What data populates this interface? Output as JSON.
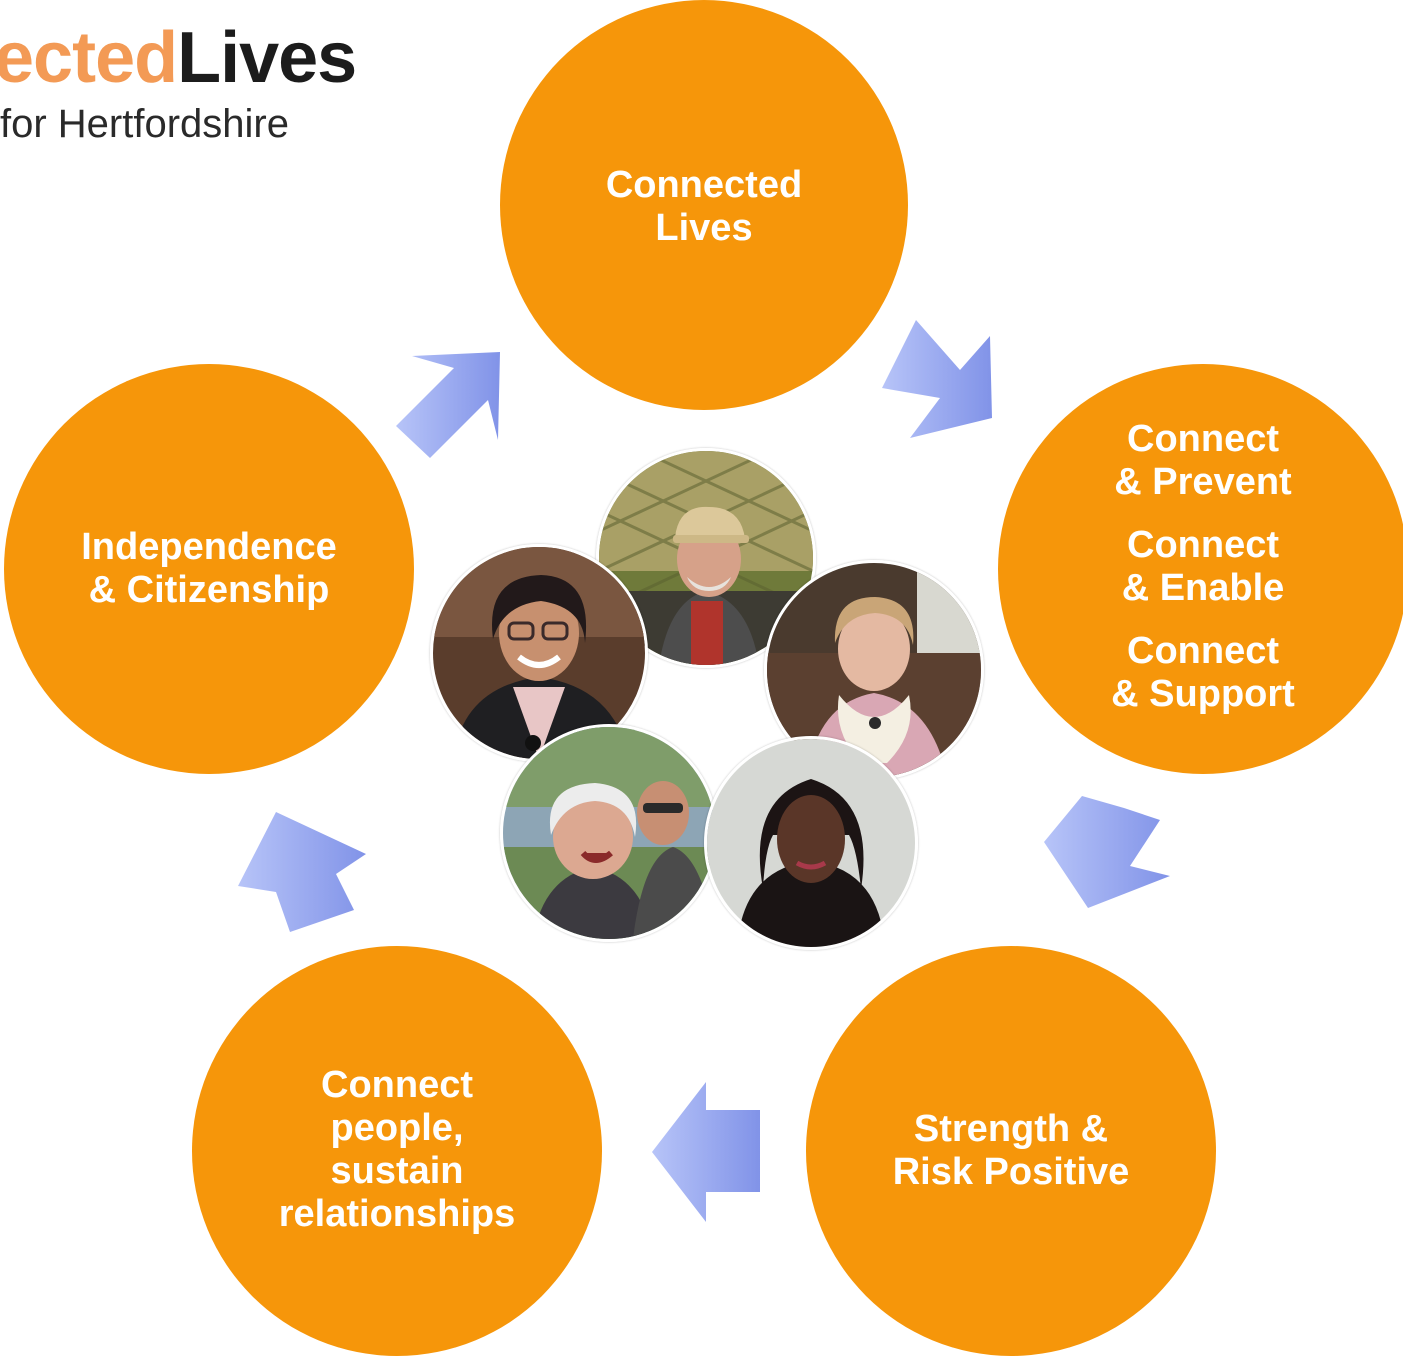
{
  "logo": {
    "title_part_a": "ected",
    "title_part_b": "Lives",
    "subtitle": "for Hertfordshire"
  },
  "nodes": {
    "connected_lives": "Connected\nLives",
    "connect": {
      "prevent": "Connect\n& Prevent",
      "enable": "Connect\n& Enable",
      "support": "Connect\n& Support"
    },
    "strength": "Strength &\nRisk Positive",
    "connect_people": "Connect\npeople,\nsustain\nrelationships",
    "independence": "Independence\n& Citizenship"
  },
  "colors": {
    "node": "#f6960a",
    "arrow_light": "#a9b8f5",
    "arrow_dark": "#7d8fe6",
    "logo_accent": "#f39a55",
    "logo_dark": "#1c1c1c"
  },
  "icons": {
    "arrows": "block-arrow",
    "photos": "portrait-photo"
  }
}
